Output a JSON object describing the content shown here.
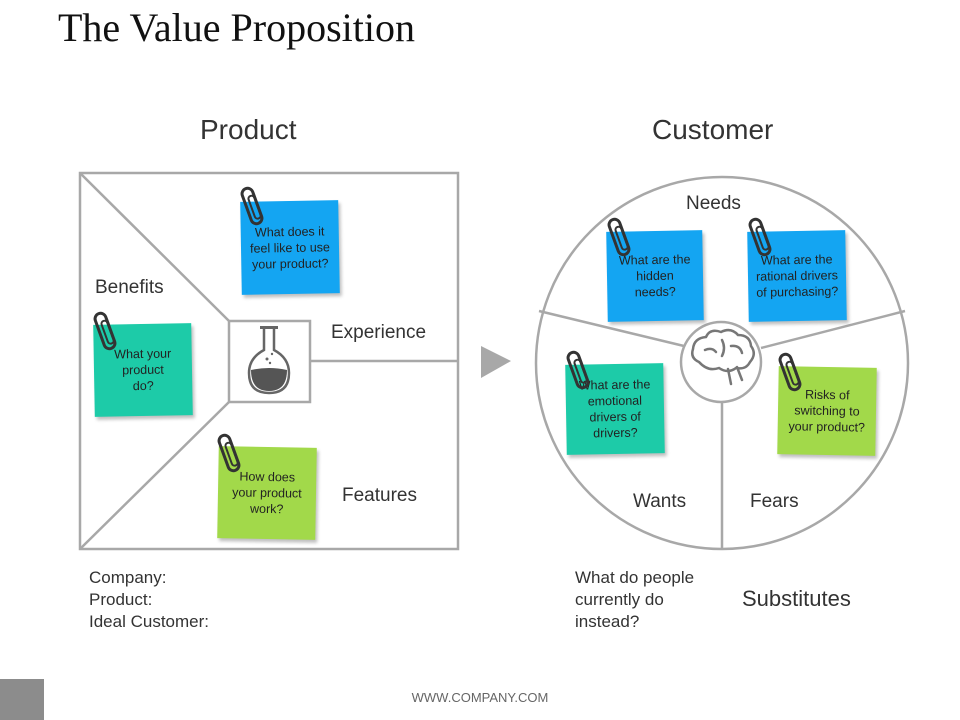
{
  "title": "The Value Proposition",
  "product": {
    "heading": "Product",
    "labels": {
      "benefits": "Benefits",
      "experience": "Experience",
      "features": "Features"
    },
    "notes": {
      "feel": "What does it\nfeel like to use\nyour product?",
      "do": "What your\nproduct\ndo?",
      "work": "How does\nyour product\nwork?"
    },
    "info": "Company:\nProduct:\nIdeal Customer:"
  },
  "customer": {
    "heading": "Customer",
    "labels": {
      "needs": "Needs",
      "wants": "Wants",
      "fears": "Fears"
    },
    "notes": {
      "hidden": "What are the\nhidden\nneeds?",
      "rational": "What are the\nrational drivers\nof purchasing?",
      "emotional": "What are the\nemotional\ndrivers of\ndrivers?",
      "risks": "Risks of\nswitching to\nyour product?"
    },
    "question": "What do people\ncurrently do\ninstead?",
    "substitutes": "Substitutes"
  },
  "footer": {
    "website": "WWW.COMPANY.COM"
  },
  "colors": {
    "blue": "#14a5f2",
    "teal": "#1dcba8",
    "green": "#a2d94a",
    "gray": "#a8a8a8",
    "corner": "#8c8c8c"
  },
  "icons": {
    "flask": "flask-icon",
    "brain": "brain-icon",
    "arrow": "arrow-right-icon",
    "clip": "paperclip-icon"
  }
}
